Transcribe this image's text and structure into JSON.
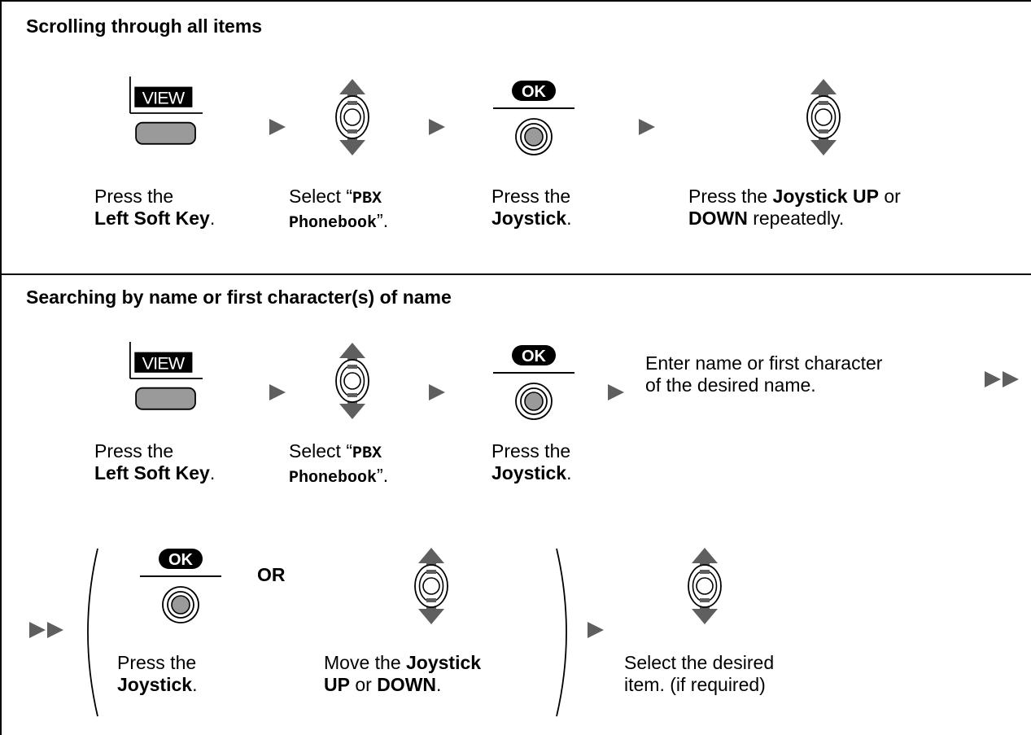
{
  "section1": {
    "heading": "Scrolling through all items",
    "steps": [
      {
        "line1": "Press the",
        "line2_bold": "Left Soft Key",
        "line2_after": "."
      },
      {
        "line1": "Select “",
        "line1_mono": "PBX",
        "line2_mono": "Phonebook",
        "line2_after": "”."
      },
      {
        "line1": "Press the",
        "line2_bold": "Joystick",
        "line2_after": "."
      },
      {
        "line1_before": "Press the ",
        "line1_bold": "Joystick UP",
        "line1_after": " or",
        "line2_bold": "DOWN",
        "line2_after": " repeatedly."
      }
    ]
  },
  "section2": {
    "heading": "Searching by name or first character(s) of name",
    "steps": [
      {
        "line1": "Press the",
        "line2_bold": "Left Soft Key",
        "line2_after": "."
      },
      {
        "line1": "Select “",
        "line1_mono": "PBX",
        "line2_mono": "Phonebook",
        "line2_after": "”."
      },
      {
        "line1": "Press the",
        "line2_bold": "Joystick",
        "line2_after": "."
      }
    ],
    "enter_text": {
      "line1": "Enter name or first character",
      "line2": "of the desired name."
    },
    "or_label": "OR",
    "alt_steps": [
      {
        "line1": "Press the",
        "line2_bold": "Joystick",
        "line2_after": "."
      },
      {
        "line1_before": "Move the ",
        "line1_bold": "Joystick",
        "line2_bold1": "UP",
        "line2_mid": " or ",
        "line2_bold2": "DOWN",
        "line2_after": "."
      }
    ],
    "final_step": {
      "line1": "Select the desired",
      "line2": "item. (if required)"
    }
  },
  "icons": {
    "view_key_label": "VIEW",
    "ok_label": "OK",
    "gray": "#5f5f5f",
    "key_fill": "#9a9a9a"
  }
}
